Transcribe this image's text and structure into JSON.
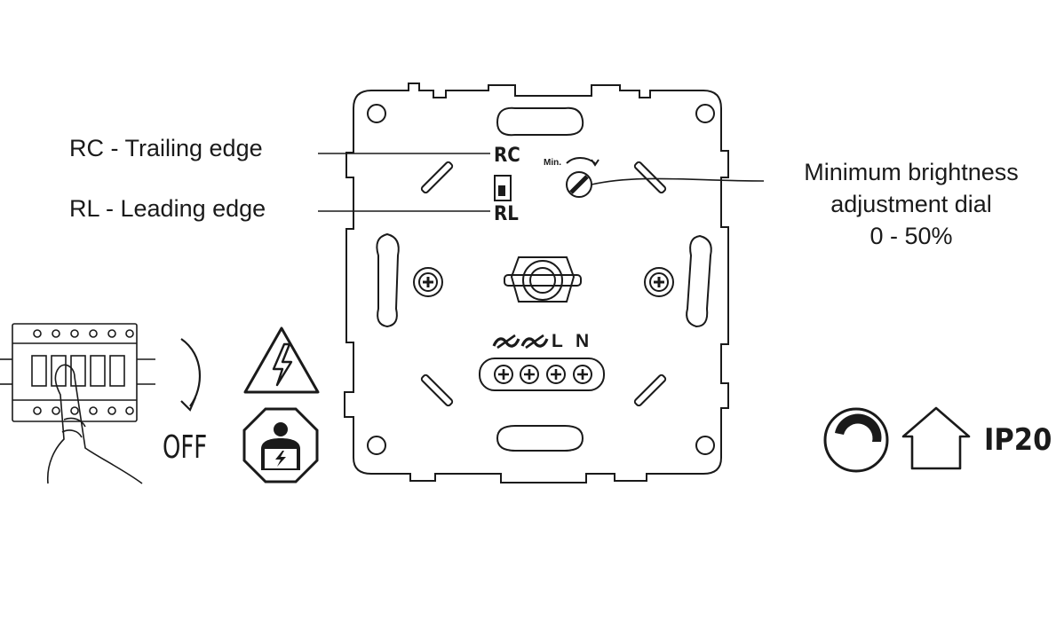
{
  "labels": {
    "rc_trailing": "RC - Trailing edge",
    "rl_leading": "RL - Leading edge",
    "dial_line1": "Minimum brightness",
    "dial_line2": "adjustment dial",
    "dial_line3": "0 - 50%"
  },
  "device": {
    "switch_top": "RC",
    "switch_bottom": "RL",
    "dial_min": "Min.",
    "terminal_l": "L",
    "terminal_n": "N"
  },
  "safety": {
    "off_label": "OFF"
  },
  "ratings": {
    "ip_label": "IP20"
  },
  "icons": {
    "breaker": "circuit-breaker-icon",
    "arrow": "curved-arrow-icon",
    "hazard": "electric-hazard-icon",
    "electrician": "qualified-electrician-icon",
    "dimmer": "dimmer-dial-icon",
    "indoor": "indoor-house-icon"
  },
  "colors": {
    "line": "#1a1a1a",
    "background": "#ffffff"
  }
}
